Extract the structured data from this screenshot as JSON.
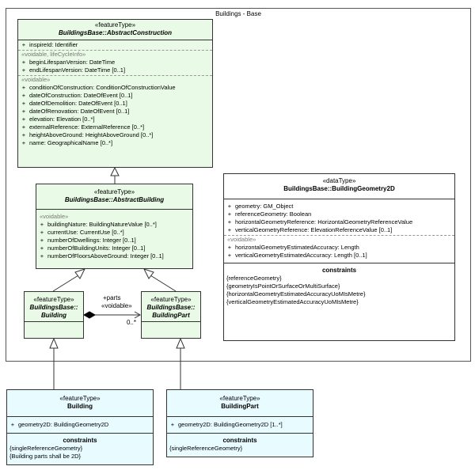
{
  "package": {
    "title": "Buildings - Base"
  },
  "abstract_construction": {
    "stereotype": "«featureType»",
    "name": "BuildingsBase::AbstractConstruction",
    "attrs1": [
      {
        "bullet": "+",
        "text": "inspireId:  Identifier"
      }
    ],
    "group_lifecycle": "«voidable, lifeCycleInfo»",
    "attrs2": [
      {
        "bullet": "+",
        "text": "beginLifespanVersion:  DateTime"
      },
      {
        "bullet": "+",
        "text": "endLifespanVersion:  DateTime [0..1]"
      }
    ],
    "group_voidable": "«voidable»",
    "attrs3": [
      {
        "bullet": "+",
        "text": "conditionOfConstruction:  ConditionOfConstructionValue"
      },
      {
        "bullet": "+",
        "text": "dateOfConstruction:  DateOfEvent [0..1]"
      },
      {
        "bullet": "+",
        "text": "dateOfDemolition:  DateOfEvent [0..1]"
      },
      {
        "bullet": "+",
        "text": "dateOfRenovation:  DateOfEvent [0..1]"
      },
      {
        "bullet": "+",
        "text": "elevation:  Elevation [0..*]"
      },
      {
        "bullet": "+",
        "text": "externalReference:  ExternalReference [0..*]"
      },
      {
        "bullet": "+",
        "text": "heightAboveGround:  HeightAboveGround [0..*]"
      },
      {
        "bullet": "+",
        "text": "name:  GeographicalName [0..*]"
      }
    ]
  },
  "abstract_building": {
    "stereotype": "«featureType»",
    "name": "BuildingsBase::AbstractBuilding",
    "group_voidable": "«voidable»",
    "attrs": [
      {
        "bullet": "+",
        "text": "buildingNature:  BuildingNatureValue [0..*]"
      },
      {
        "bullet": "+",
        "text": "currentUse:  CurrentUse [0..*]"
      },
      {
        "bullet": "+",
        "text": "numberOfDwellings:  Integer [0..1]"
      },
      {
        "bullet": "+",
        "text": "numberOfBuildingUnits:  Integer [0..1]"
      },
      {
        "bullet": "+",
        "text": "numberOfFloorsAboveGround:  Integer [0..1]"
      }
    ]
  },
  "base_building": {
    "stereotype": "«featureType»",
    "name_line1": "BuildingsBase::",
    "name_line2": "Building"
  },
  "base_buildingpart": {
    "stereotype": "«featureType»",
    "name_line1": "BuildingsBase::",
    "name_line2": "BuildingPart"
  },
  "association": {
    "role": "+parts",
    "stereotype": "«voidable»",
    "multiplicity": "0..*"
  },
  "geometry2d": {
    "stereotype": "«dataType»",
    "name": "BuildingsBase::BuildingGeometry2D",
    "attrs1": [
      {
        "bullet": "+",
        "text": "geometry:  GM_Object"
      },
      {
        "bullet": "+",
        "text": "referenceGeometry:  Boolean"
      },
      {
        "bullet": "+",
        "text": "horizontalGeometryReference:  HorizontalGeometryReferenceValue"
      },
      {
        "bullet": "+",
        "text": "verticalGeometryReference:  ElevationReferenceValue [0..1]"
      }
    ],
    "group_voidable": "«voidable»",
    "attrs2": [
      {
        "bullet": "+",
        "text": "horizontalGeometryEstimatedAccuracy:  Length"
      },
      {
        "bullet": "+",
        "text": "verticalGeometryEstimatedAccuracy:  Length [0..1]"
      }
    ],
    "constraints_title": "constraints",
    "constraints": [
      "{referenceGeometry}",
      "{geometryIsPointOrSurfaceOrMultiSurface}",
      "{horizontalGeometryEstimatedAccuracyUoMIsMetre}",
      "{verticalGeometryEstimatedAccuracyUoMIsMetre}"
    ]
  },
  "building": {
    "stereotype": "«featureType»",
    "name": "Building",
    "attrs": [
      {
        "bullet": "+",
        "text": "geometry2D:  BuildingGeometry2D"
      }
    ],
    "constraints_title": "constraints",
    "constraints": [
      "{singleReferenceGeometry}",
      "{Building parts shall be 2D}"
    ]
  },
  "buildingpart": {
    "stereotype": "«featureType»",
    "name": "BuildingPart",
    "attrs": [
      {
        "bullet": "+",
        "text": "geometry2D:  BuildingGeometry2D [1..*]"
      }
    ],
    "constraints_title": "constraints",
    "constraints": [
      "{singleReferenceGeometry}"
    ]
  },
  "colors": {
    "feature_green": "#e9fbe6",
    "feature_cyan": "#e8fbff",
    "datatype": "#ffffff"
  }
}
